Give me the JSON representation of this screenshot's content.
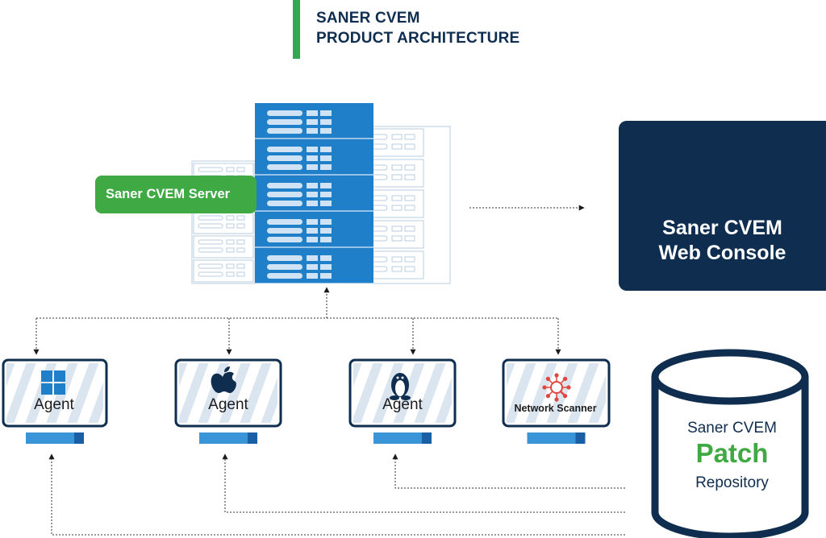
{
  "header": {
    "title_line1": "SANER CVEM",
    "title_line2": "PRODUCT ARCHITECTURE"
  },
  "server": {
    "label": "Saner CVEM Server"
  },
  "web_console": {
    "line1": "Saner CVEM",
    "line2": "Web Console"
  },
  "endpoints": [
    {
      "os_icon": "windows-icon",
      "label": "Agent"
    },
    {
      "os_icon": "apple-icon",
      "label": "Agent"
    },
    {
      "os_icon": "linux-icon",
      "label": "Agent"
    },
    {
      "os_icon": "network-scanner-icon",
      "label": "Network Scanner"
    }
  ],
  "repository": {
    "line1": "Saner CVEM",
    "line2": "Patch",
    "line3": "Repository"
  },
  "colors": {
    "navy": "#0e2d4f",
    "blue": "#1f7fc8",
    "green": "#3fa944",
    "title_bar": "#33a852"
  }
}
